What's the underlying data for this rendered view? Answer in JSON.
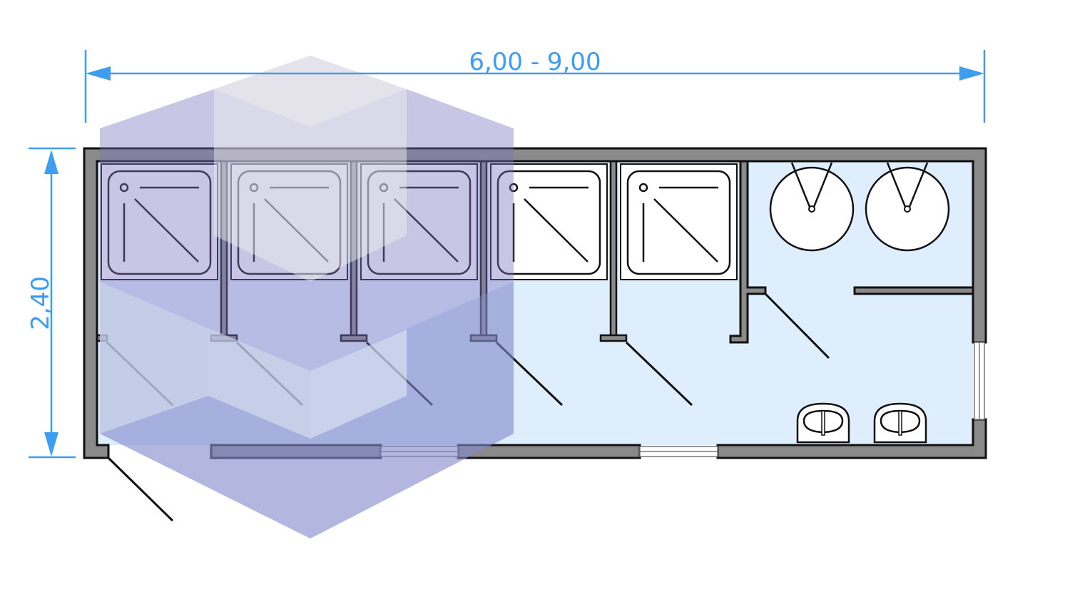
{
  "dimensions": {
    "length_label": "6,00 - 9,00",
    "width_label": "2,40"
  },
  "plan": {
    "shower_count": 5,
    "toilet_count": 2,
    "sink_count": 2
  },
  "colors": {
    "dimension": "#3d9df0",
    "wall": "#8a8a8a",
    "floor": "#dfeefd",
    "overlay": "#7e78c0"
  }
}
